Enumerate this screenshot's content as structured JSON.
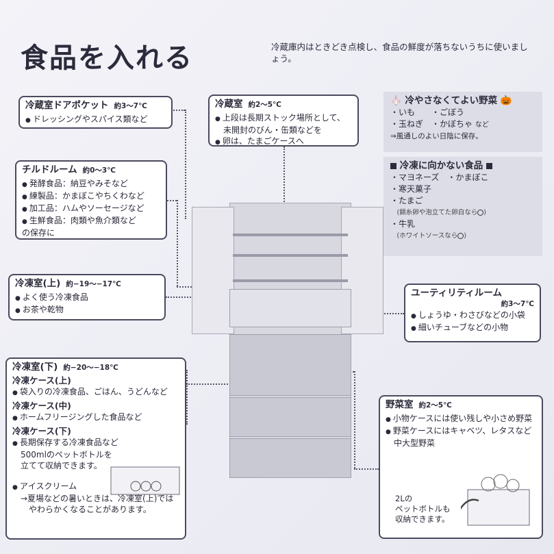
{
  "page_title": "食品を入れる",
  "intro": "冷蔵庫内はときどき点検し、食品の鮮度が落ちないうちに使いましょう。",
  "door_pocket": {
    "title": "冷蔵室ドアポケット",
    "temp": "約3～7℃",
    "items": [
      "ドレッシングやスパイス類など"
    ]
  },
  "fridge": {
    "title": "冷蔵室",
    "temp": "約2～5℃",
    "items": [
      "上段は長期ストック場所として、未開封のびん・缶類などを",
      "卵は、たまごケースへ"
    ]
  },
  "chilled": {
    "title": "チルドルーム",
    "temp": "約0～3℃",
    "items": [
      "発酵食品：納豆やみそなど",
      "練製品：かまぼこやちくわなど",
      "加工品：ハムやソーセージなど",
      "生鮮食品：肉類や魚介類など"
    ],
    "footer": "の保存に"
  },
  "freezer_upper": {
    "title": "冷凍室(上)",
    "temp": "約−19～−17℃",
    "items": [
      "よく使う冷凍食品",
      "お茶や乾物"
    ]
  },
  "veg_no_cool": {
    "title": "冷やさなくてよい野菜",
    "row1": [
      "いも",
      "ごぼう"
    ],
    "row2": [
      "玉ねぎ",
      "かぼちゃ"
    ],
    "row2_suffix": "など",
    "note": "⇒風通しのよい日陰に保存。"
  },
  "not_freeze": {
    "title": "冷凍に向かない食品",
    "rows": [
      "マヨネーズ",
      "かまぼこ",
      "寒天菓子",
      "たまご",
      "牛乳"
    ],
    "egg_note": "(錦糸卵や泡立てた卵白なら",
    "milk_note": "(ホワイトソースなら",
    "note_end": ")"
  },
  "utility": {
    "title": "ユーティリティルーム",
    "temp": "約3～7℃",
    "items": [
      "しょうゆ・わさびなどの小袋",
      "細いチューブなどの小物"
    ]
  },
  "freezer_lower": {
    "title": "冷凍室(下)",
    "temp": "約−20～−18℃",
    "case_upper": {
      "title": "冷凍ケース(上)",
      "items": [
        "袋入りの冷凍食品、ごはん、うどんなど"
      ]
    },
    "case_middle": {
      "title": "冷凍ケース(中)",
      "items": [
        "ホームフリージングした食品など"
      ]
    },
    "case_lower": {
      "title": "冷凍ケース(下)",
      "items": [
        "長期保存する冷凍食品など"
      ],
      "bottle_line1": "500mlのペットボトルを",
      "bottle_line2": "立てて収納できます。"
    },
    "ice": {
      "title": "アイスクリーム",
      "line1": "→夏場などの暑いときは、冷凍室(上)では",
      "line2": "やわらかくなることがあります。"
    }
  },
  "vegetable": {
    "title": "野菜室",
    "temp": "約2～5℃",
    "items": [
      "小物ケースには使い残しや小さめ野菜",
      "野菜ケースにはキャベツ、レタスなど中大型野菜"
    ],
    "bottle_line1": "2Lの",
    "bottle_line2": "ペットボトルも",
    "bottle_line3": "収納できます。"
  }
}
